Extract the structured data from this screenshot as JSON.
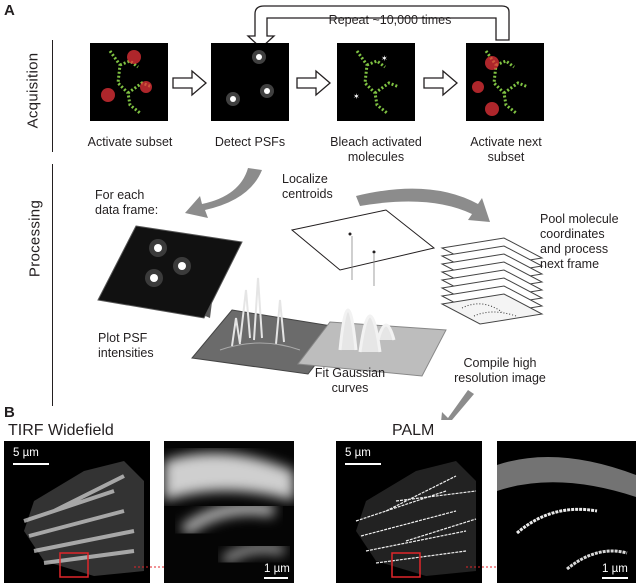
{
  "panel_a": {
    "letter": "A",
    "repeat_label": "Repeat ~10,000 times",
    "sections": {
      "acquisition": "Acquisition",
      "processing": "Processing"
    },
    "acquisition_steps": [
      {
        "label": "Activate subset"
      },
      {
        "label": "Detect PSFs"
      },
      {
        "label_line1": "Bleach activated",
        "label_line2": "molecules"
      },
      {
        "label_line1": "Activate next",
        "label_line2": "subset"
      }
    ],
    "processing_labels": {
      "for_each": [
        "For each",
        "data frame:"
      ],
      "localize": [
        "Localize",
        "centroids"
      ],
      "pool": [
        "Pool molecule",
        "coordinates",
        "and process",
        "next frame"
      ],
      "plot": [
        "Plot PSF",
        "intensities"
      ],
      "fit": [
        "Fit Gaussian",
        "curves"
      ],
      "compile": [
        "Compile high",
        "resolution image"
      ]
    }
  },
  "panel_b": {
    "letter": "B",
    "left_title": "TIRF Widefield",
    "right_title": "PALM",
    "scale_large": "5 µm",
    "scale_small": "1 µm"
  },
  "colors": {
    "text": "#231f20",
    "arrow_gray": "#8c8c8c",
    "inset_red": "#e0262b",
    "bead_green": "#7fc242",
    "psf_red": "#e8333a"
  }
}
